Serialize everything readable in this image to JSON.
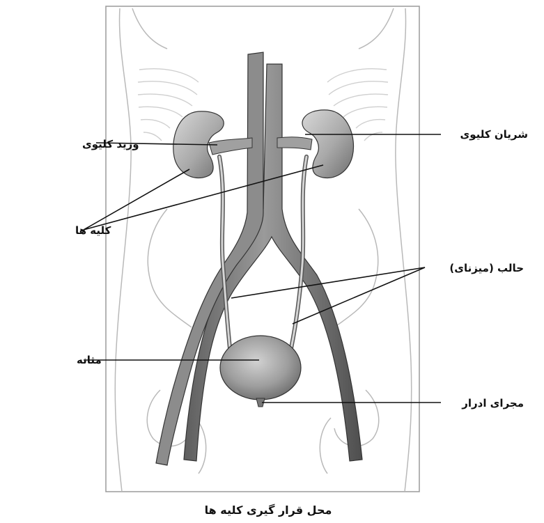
{
  "labels": {
    "renal_vein": "ورید کلیوی",
    "renal_artery": "شریان کلیوی",
    "kidneys": "کلیه ها",
    "ureter": "حالب (میزنای)",
    "bladder": "مثانه",
    "urethra": "مجرای ادرار"
  },
  "caption": "محل قرار گیری کلیه ها"
}
